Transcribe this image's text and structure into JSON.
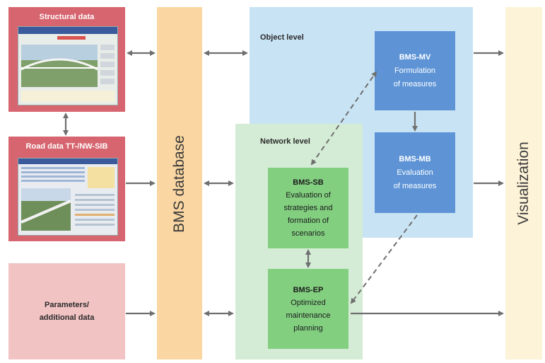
{
  "inputs": {
    "structural": {
      "title": "Structural data"
    },
    "road": {
      "title": "Road data TT-/NW-SIB"
    },
    "parameters": {
      "line1": "Parameters/",
      "line2": "additional data"
    }
  },
  "database": {
    "label": "BMS database"
  },
  "object_level": {
    "title": "Object level"
  },
  "network_level": {
    "title": "Network level"
  },
  "modules": {
    "mv": {
      "name": "BMS-MV",
      "lines": [
        "Formulation",
        "of measures"
      ]
    },
    "mb": {
      "name": "BMS-MB",
      "lines": [
        "Evaluation",
        "of measures"
      ]
    },
    "sb": {
      "name": "BMS-SB",
      "lines": [
        "Evaluation of",
        "strategies and",
        "formation of",
        "scenarios"
      ]
    },
    "ep": {
      "name": "BMS-EP",
      "lines": [
        "Optimized",
        "maintenance",
        "planning"
      ]
    }
  },
  "visualization": {
    "label": "Visualization"
  },
  "colors": {
    "input_red": "#d6656f",
    "input_pink": "#f2c3c3",
    "database": "#fad7a2",
    "object_level": "#c8e3f4",
    "network_level": "#d4ecd5",
    "module_blue": "#5e94d6",
    "module_green": "#82cf80",
    "visualization": "#fdf3d8",
    "arrow": "#6f6f6f"
  }
}
